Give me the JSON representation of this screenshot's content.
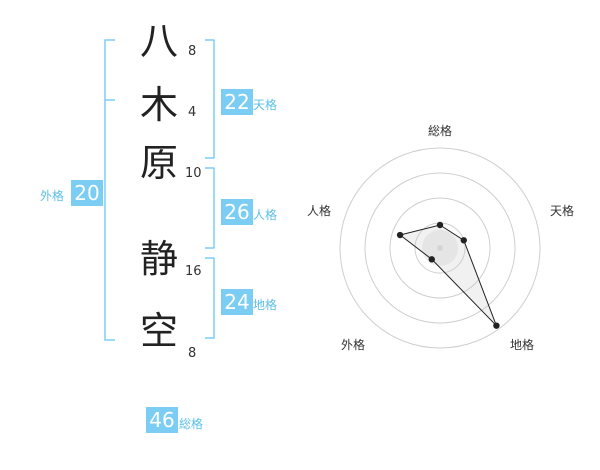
{
  "name_chars": [
    {
      "char": "八",
      "strokes": "8"
    },
    {
      "char": "木",
      "strokes": "4"
    },
    {
      "char": "原",
      "strokes": "10"
    },
    {
      "char": "静",
      "strokes": "16"
    },
    {
      "char": "空",
      "strokes": "8"
    }
  ],
  "fortunes": {
    "tenkaku": {
      "label": "天格",
      "value": "22"
    },
    "jinkaku": {
      "label": "人格",
      "value": "26"
    },
    "chikaku": {
      "label": "地格",
      "value": "24"
    },
    "gaikaku": {
      "label": "外格",
      "value": "20"
    },
    "soukaku": {
      "label": "総格",
      "value": "46"
    }
  },
  "colors": {
    "accent": "#7ccdf4",
    "bracket": "#7ccdf4",
    "text": "#222222"
  },
  "chart_data": {
    "type": "radar",
    "axes": [
      "総格",
      "天格",
      "地格",
      "外格",
      "人格"
    ],
    "values": [
      0.23,
      0.25,
      0.96,
      0.14,
      0.42
    ],
    "rings": 4
  }
}
